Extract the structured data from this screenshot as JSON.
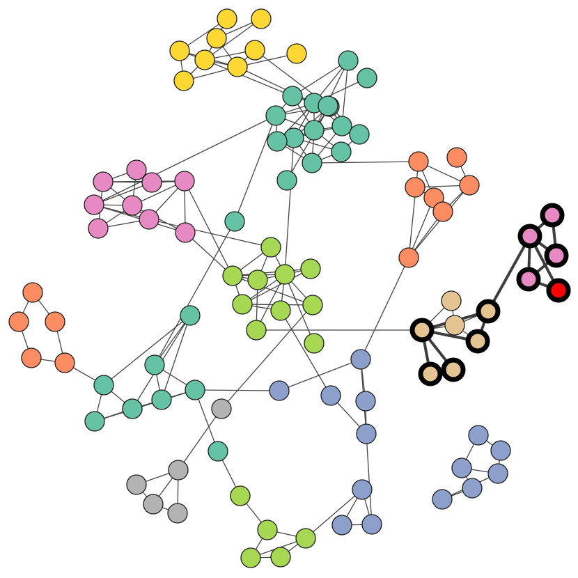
{
  "colors": {
    "yellow": "#fdd835",
    "teal": "#66c2a5",
    "orange": "#fc8d62",
    "pink": "#e78ac3",
    "green": "#a6d854",
    "blue": "#8da0cb",
    "gray": "#b3b3b3",
    "tan": "#e5c494",
    "red": "#ff0000",
    "highlight_border": "#000000"
  },
  "graph": {
    "directed": false,
    "highlighted_path": [
      "t1",
      "t5",
      "p2",
      "p3",
      "p4",
      "p5",
      "r1"
    ],
    "nodes": [
      {
        "id": "y1",
        "group": "yellow"
      },
      {
        "id": "y2",
        "group": "yellow"
      },
      {
        "id": "y3",
        "group": "yellow"
      },
      {
        "id": "y4",
        "group": "yellow"
      },
      {
        "id": "y5",
        "group": "yellow"
      },
      {
        "id": "y6",
        "group": "yellow"
      },
      {
        "id": "y7",
        "group": "yellow"
      },
      {
        "id": "y8",
        "group": "yellow"
      },
      {
        "id": "y9",
        "group": "yellow"
      },
      {
        "id": "g1",
        "group": "teal"
      },
      {
        "id": "g2",
        "group": "teal"
      },
      {
        "id": "g3",
        "group": "teal"
      },
      {
        "id": "g4",
        "group": "teal"
      },
      {
        "id": "g5",
        "group": "teal"
      },
      {
        "id": "g6",
        "group": "teal"
      },
      {
        "id": "g7",
        "group": "teal"
      },
      {
        "id": "g8",
        "group": "teal"
      },
      {
        "id": "g9",
        "group": "teal"
      },
      {
        "id": "g10",
        "group": "teal"
      },
      {
        "id": "g11",
        "group": "teal"
      },
      {
        "id": "g12",
        "group": "teal"
      },
      {
        "id": "g13",
        "group": "teal"
      },
      {
        "id": "g14",
        "group": "teal"
      },
      {
        "id": "g15",
        "group": "teal"
      },
      {
        "id": "ps1",
        "group": "pink"
      },
      {
        "id": "ps2",
        "group": "pink"
      },
      {
        "id": "ps3",
        "group": "pink"
      },
      {
        "id": "ps4",
        "group": "pink"
      },
      {
        "id": "ps5",
        "group": "pink"
      },
      {
        "id": "ps6",
        "group": "pink"
      },
      {
        "id": "ps7",
        "group": "pink"
      },
      {
        "id": "ps8",
        "group": "pink"
      },
      {
        "id": "ps9",
        "group": "pink"
      },
      {
        "id": "o1",
        "group": "orange"
      },
      {
        "id": "o2",
        "group": "orange"
      },
      {
        "id": "o3",
        "group": "orange"
      },
      {
        "id": "o4",
        "group": "orange"
      },
      {
        "id": "o5",
        "group": "orange"
      },
      {
        "id": "o6",
        "group": "orange"
      },
      {
        "id": "o7",
        "group": "orange"
      },
      {
        "id": "l1",
        "group": "green"
      },
      {
        "id": "l2",
        "group": "green"
      },
      {
        "id": "l3",
        "group": "green"
      },
      {
        "id": "l4",
        "group": "green"
      },
      {
        "id": "l5",
        "group": "green"
      },
      {
        "id": "l6",
        "group": "green"
      },
      {
        "id": "l7",
        "group": "green"
      },
      {
        "id": "l8",
        "group": "green"
      },
      {
        "id": "l9",
        "group": "green"
      },
      {
        "id": "wo1",
        "group": "orange"
      },
      {
        "id": "wo2",
        "group": "orange"
      },
      {
        "id": "wo3",
        "group": "orange"
      },
      {
        "id": "wo4",
        "group": "orange"
      },
      {
        "id": "wo5",
        "group": "orange"
      },
      {
        "id": "wg1",
        "group": "teal"
      },
      {
        "id": "wg2",
        "group": "teal"
      },
      {
        "id": "wg3",
        "group": "teal"
      },
      {
        "id": "wg4",
        "group": "teal"
      },
      {
        "id": "wg5",
        "group": "teal"
      },
      {
        "id": "wg6",
        "group": "teal"
      },
      {
        "id": "wg7",
        "group": "teal"
      },
      {
        "id": "wg8",
        "group": "teal"
      },
      {
        "id": "gr1",
        "group": "gray"
      },
      {
        "id": "gr2",
        "group": "gray"
      },
      {
        "id": "gr3",
        "group": "gray"
      },
      {
        "id": "gr4",
        "group": "gray"
      },
      {
        "id": "gr5",
        "group": "gray"
      },
      {
        "id": "bl1",
        "group": "green"
      },
      {
        "id": "bl2",
        "group": "green"
      },
      {
        "id": "bl3",
        "group": "green"
      },
      {
        "id": "bl4",
        "group": "green"
      },
      {
        "id": "bl5",
        "group": "green"
      },
      {
        "id": "b1",
        "group": "blue"
      },
      {
        "id": "b2",
        "group": "blue"
      },
      {
        "id": "b3",
        "group": "blue"
      },
      {
        "id": "b4",
        "group": "blue"
      },
      {
        "id": "b5",
        "group": "blue"
      },
      {
        "id": "b6",
        "group": "blue"
      },
      {
        "id": "b7",
        "group": "blue"
      },
      {
        "id": "b8",
        "group": "blue"
      },
      {
        "id": "iso1",
        "group": "blue"
      },
      {
        "id": "iso2",
        "group": "blue"
      },
      {
        "id": "iso3",
        "group": "blue"
      },
      {
        "id": "iso4",
        "group": "blue"
      },
      {
        "id": "iso5",
        "group": "blue"
      },
      {
        "id": "iso6",
        "group": "blue"
      },
      {
        "id": "t1",
        "group": "tan",
        "highlight": true
      },
      {
        "id": "t2",
        "group": "tan"
      },
      {
        "id": "t3",
        "group": "tan"
      },
      {
        "id": "t4",
        "group": "tan",
        "highlight": true
      },
      {
        "id": "t5",
        "group": "tan",
        "highlight": true
      },
      {
        "id": "t6",
        "group": "tan",
        "highlight": true
      },
      {
        "id": "t7",
        "group": "tan",
        "highlight": true
      },
      {
        "id": "p1",
        "group": "pink",
        "highlight": true
      },
      {
        "id": "p2",
        "group": "pink",
        "highlight": true
      },
      {
        "id": "p3",
        "group": "pink",
        "highlight": true
      },
      {
        "id": "p4",
        "group": "pink",
        "highlight": true
      },
      {
        "id": "p5",
        "group": "pink",
        "highlight": true
      },
      {
        "id": "r1",
        "group": "red",
        "highlight": true
      }
    ],
    "edges": [
      [
        "y1",
        "y3"
      ],
      [
        "y1",
        "y4"
      ],
      [
        "y1",
        "y6"
      ],
      [
        "y2",
        "y3"
      ],
      [
        "y2",
        "y6"
      ],
      [
        "y3",
        "y6"
      ],
      [
        "y3",
        "y7"
      ],
      [
        "y4",
        "y5"
      ],
      [
        "y4",
        "y7"
      ],
      [
        "y5",
        "y7"
      ],
      [
        "y5",
        "y6"
      ],
      [
        "y6",
        "y7"
      ],
      [
        "y6",
        "y8"
      ],
      [
        "y8",
        "y7"
      ],
      [
        "y7",
        "y9"
      ],
      [
        "y4",
        "y6"
      ],
      [
        "y7",
        "g4"
      ],
      [
        "y8",
        "g5"
      ],
      [
        "y6",
        "g1"
      ],
      [
        "g1",
        "g2"
      ],
      [
        "g1",
        "g3"
      ],
      [
        "g1",
        "g4"
      ],
      [
        "g1",
        "g5"
      ],
      [
        "g1",
        "g6"
      ],
      [
        "g2",
        "g4"
      ],
      [
        "g2",
        "g6"
      ],
      [
        "g2",
        "g7"
      ],
      [
        "g3",
        "g4"
      ],
      [
        "g3",
        "g5"
      ],
      [
        "g3",
        "g6"
      ],
      [
        "g4",
        "g5"
      ],
      [
        "g4",
        "g6"
      ],
      [
        "g4",
        "g7"
      ],
      [
        "g4",
        "g8"
      ],
      [
        "g5",
        "g6"
      ],
      [
        "g5",
        "g7"
      ],
      [
        "g5",
        "g8"
      ],
      [
        "g5",
        "g11"
      ],
      [
        "g6",
        "g7"
      ],
      [
        "g6",
        "g8"
      ],
      [
        "g6",
        "g9"
      ],
      [
        "g6",
        "g10"
      ],
      [
        "g7",
        "g8"
      ],
      [
        "g7",
        "g9"
      ],
      [
        "g8",
        "g9"
      ],
      [
        "g8",
        "g10"
      ],
      [
        "g9",
        "g10"
      ],
      [
        "g9",
        "g12"
      ],
      [
        "g10",
        "g11"
      ],
      [
        "g4",
        "g12"
      ],
      [
        "g5",
        "g13"
      ],
      [
        "g4",
        "g14"
      ],
      [
        "g4",
        "g15"
      ],
      [
        "g3",
        "ps6"
      ],
      [
        "g3",
        "lbridge"
      ],
      [
        "g9",
        "o1"
      ],
      [
        "g8",
        "l4"
      ],
      [
        "g3",
        "g12"
      ],
      [
        "ps1",
        "ps2"
      ],
      [
        "ps1",
        "ps3"
      ],
      [
        "ps1",
        "ps4"
      ],
      [
        "ps2",
        "ps3"
      ],
      [
        "ps2",
        "ps5"
      ],
      [
        "ps2",
        "ps6"
      ],
      [
        "ps3",
        "ps5"
      ],
      [
        "ps3",
        "ps4"
      ],
      [
        "ps4",
        "ps6"
      ],
      [
        "ps4",
        "ps7"
      ],
      [
        "ps4",
        "ps8"
      ],
      [
        "ps4",
        "ps9"
      ],
      [
        "ps5",
        "ps7"
      ],
      [
        "ps6",
        "ps7"
      ],
      [
        "ps6",
        "ps8"
      ],
      [
        "ps7",
        "ps9"
      ],
      [
        "ps5",
        "ps8"
      ],
      [
        "ps4",
        "ps5"
      ],
      [
        "ps3",
        "ps9"
      ],
      [
        "ps5",
        "l2"
      ],
      [
        "ps7",
        "l1"
      ],
      [
        "ps8",
        "l2"
      ],
      [
        "o1",
        "o3"
      ],
      [
        "o1",
        "o5"
      ],
      [
        "o2",
        "o3"
      ],
      [
        "o3",
        "o4"
      ],
      [
        "o3",
        "o6"
      ],
      [
        "o4",
        "o5"
      ],
      [
        "o5",
        "o6"
      ],
      [
        "o5",
        "o7"
      ],
      [
        "o6",
        "o7"
      ],
      [
        "o1",
        "o7"
      ],
      [
        "o3",
        "o7"
      ],
      [
        "o7",
        "b1"
      ],
      [
        "l1",
        "l2"
      ],
      [
        "l1",
        "l3"
      ],
      [
        "l1",
        "l4"
      ],
      [
        "l2",
        "l3"
      ],
      [
        "l2",
        "l4"
      ],
      [
        "l2",
        "l5"
      ],
      [
        "l2",
        "l6"
      ],
      [
        "l2",
        "l8"
      ],
      [
        "l3",
        "l4"
      ],
      [
        "l3",
        "l9"
      ],
      [
        "l4",
        "l5"
      ],
      [
        "l4",
        "l6"
      ],
      [
        "l4",
        "l7"
      ],
      [
        "l4",
        "l8"
      ],
      [
        "l5",
        "l6"
      ],
      [
        "l6",
        "l7"
      ],
      [
        "l4",
        "l9"
      ],
      [
        "l6",
        "l8"
      ],
      [
        "l9",
        "t1"
      ],
      [
        "l4",
        "l10"
      ],
      [
        "lbridge",
        "wg2"
      ],
      [
        "l8",
        "gr1"
      ],
      [
        "l7",
        "b3"
      ],
      [
        "wo1",
        "wo2"
      ],
      [
        "wo1",
        "wo3"
      ],
      [
        "wo2",
        "wo4"
      ],
      [
        "wo3",
        "wo5"
      ],
      [
        "wo4",
        "wo5"
      ],
      [
        "wo5",
        "wg3"
      ],
      [
        "wg1",
        "wg2"
      ],
      [
        "wg1",
        "wg3"
      ],
      [
        "wg1",
        "wg4"
      ],
      [
        "wg1",
        "wg5"
      ],
      [
        "wg2",
        "wg6"
      ],
      [
        "wg3",
        "wg7"
      ],
      [
        "wg3",
        "wg8"
      ],
      [
        "wg4",
        "wg6"
      ],
      [
        "wg5",
        "wg6"
      ],
      [
        "wg6",
        "wg7"
      ],
      [
        "wg7",
        "wg8"
      ],
      [
        "wg2",
        "wg5"
      ],
      [
        "wg6",
        "b2"
      ],
      [
        "wg6",
        "wg9"
      ],
      [
        "wg9",
        "bl1"
      ],
      [
        "bl1",
        "bl2"
      ],
      [
        "bl2",
        "bl3"
      ],
      [
        "bl2",
        "bl4"
      ],
      [
        "bl3",
        "bl4"
      ],
      [
        "bl3",
        "bl5"
      ],
      [
        "bl4",
        "bl5"
      ],
      [
        "bl3",
        "b6"
      ],
      [
        "gr1",
        "gr2"
      ],
      [
        "gr2",
        "gr3"
      ],
      [
        "gr2",
        "gr4"
      ],
      [
        "gr2",
        "gr5"
      ],
      [
        "gr3",
        "gr4"
      ],
      [
        "gr4",
        "gr5"
      ],
      [
        "b1",
        "b2"
      ],
      [
        "b1",
        "b4"
      ],
      [
        "b1",
        "b5"
      ],
      [
        "b4",
        "b5"
      ],
      [
        "b5",
        "b7"
      ],
      [
        "b7",
        "b6"
      ],
      [
        "b6",
        "b8"
      ],
      [
        "b7",
        "b8"
      ],
      [
        "b3",
        "b5"
      ],
      [
        "iso1",
        "iso2"
      ],
      [
        "iso1",
        "iso3"
      ],
      [
        "iso2",
        "iso4"
      ],
      [
        "iso3",
        "iso4"
      ],
      [
        "iso3",
        "iso5"
      ],
      [
        "iso4",
        "iso6"
      ],
      [
        "iso5",
        "iso6"
      ],
      [
        "t1",
        "t2"
      ],
      [
        "t1",
        "t3"
      ],
      [
        "t1",
        "t4"
      ],
      [
        "t1",
        "t5"
      ],
      [
        "t1",
        "t6"
      ],
      [
        "t1",
        "t7"
      ],
      [
        "t2",
        "t3"
      ],
      [
        "t3",
        "t4"
      ],
      [
        "t3",
        "t5"
      ],
      [
        "t6",
        "t7"
      ],
      [
        "t5",
        "t4"
      ],
      [
        "t5",
        "p2"
      ],
      [
        "p1",
        "p2"
      ],
      [
        "p2",
        "p3"
      ],
      [
        "p3",
        "p4"
      ],
      [
        "p4",
        "p5"
      ],
      [
        "p5",
        "r1"
      ],
      [
        "p1",
        "p3"
      ],
      [
        "p2",
        "p4"
      ],
      [
        "p2",
        "r1"
      ]
    ]
  }
}
